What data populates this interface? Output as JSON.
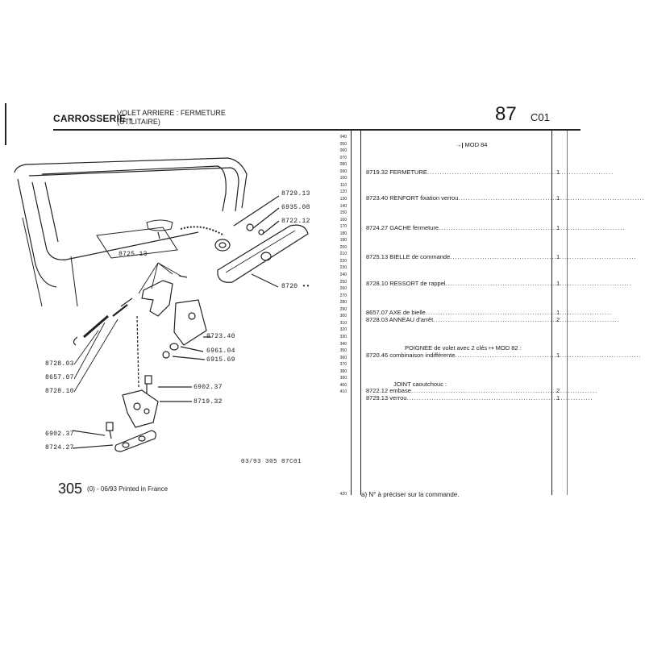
{
  "header": {
    "section": "CARROSSERIE -",
    "subtitle_line1": "VOLET ARRIERE : FERMETURE",
    "subtitle_line2": "(UTILITAIRE)",
    "group_number": "87",
    "group_code": "C01"
  },
  "column_numbers": [
    "040",
    "050",
    "060",
    "070",
    "080",
    "090",
    "100",
    "110",
    "120",
    "130",
    "140",
    "150",
    "160",
    "170",
    "180",
    "190",
    "200",
    "210",
    "220",
    "230",
    "240",
    "250",
    "260",
    "270",
    "280",
    "290",
    "300",
    "310",
    "320",
    "330",
    "340",
    "350",
    "360",
    "370",
    "380",
    "390",
    "400",
    "410"
  ],
  "column_number_last": "420",
  "validity_marker": "MOD 84",
  "parts": [
    {
      "ref": "8719.32",
      "desc": "FERMETURE",
      "qty": "1",
      "dots": true
    },
    {
      "ref": "8723.40",
      "desc": "RENFORT fixation verrou",
      "qty": "1",
      "dots": true
    },
    {
      "ref": "8724.27",
      "desc": "GACHE fermeture",
      "qty": "1",
      "dots": true
    },
    {
      "ref": "8725.13",
      "desc": "BIELLE de commande",
      "qty": "1",
      "dots": true
    },
    {
      "ref": "8728.10",
      "desc": "RESSORT de rappel",
      "qty": "1",
      "dots": true
    },
    {
      "ref": "8657.07",
      "desc": "AXE de bielle",
      "qty": "1",
      "dots": true
    },
    {
      "ref": "8728.03",
      "desc": "ANNEAU d'arrêt",
      "qty": "2",
      "dots": true
    },
    {
      "ref": "",
      "desc": "POIGNEE de volet avec 2 clés",
      "qty": "",
      "dots": false,
      "suffix": "MOD 82 :"
    },
    {
      "ref": "8720.46",
      "desc": "combinaison indifférente",
      "qty": "1",
      "dots": true
    },
    {
      "ref": "",
      "desc": "JOINT caoutchouc :",
      "qty": "",
      "dots": false
    },
    {
      "ref": "8722.12",
      "desc": "embase",
      "qty": "2",
      "dots": true
    },
    {
      "ref": "8729.13",
      "desc": "verrou",
      "qty": "1",
      "dots": true
    }
  ],
  "callouts": {
    "c8729_13": "8729.13",
    "c6935_08": "6935.08",
    "c8722_12": "8722.12",
    "c8725_13": "8725.13",
    "c8720": "8720 ••",
    "c8723_40": "8723.40",
    "c6961_04": "6961.04",
    "c6915_69": "6915.69",
    "c8728_03": "8728.03",
    "c8657_07": "8657.07",
    "c8728_10": "8728.10",
    "c6902_37a": "6902.37",
    "c8719_32": "8719.32",
    "c6902_37b": "6902.37",
    "c8724_27": "8724.27"
  },
  "footer": {
    "ref": "03/93 305 87C01",
    "model_number": "305",
    "print_info": "(0) - 06/93 Printed in France",
    "note": "a)  N° à préciser sur la commande."
  }
}
